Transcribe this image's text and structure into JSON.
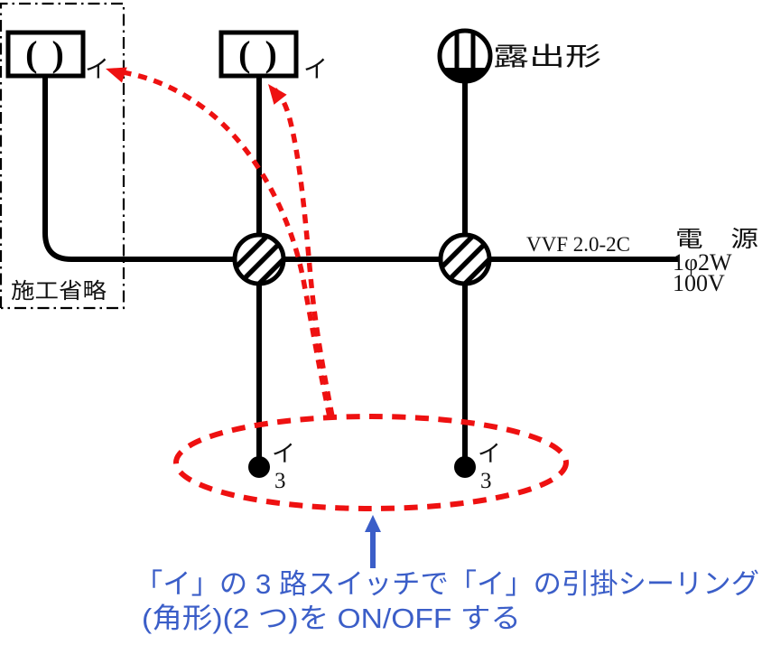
{
  "diagram": {
    "fixtures": {
      "rosette_symbol": "( )",
      "left_rosette_label": "イ",
      "middle_rosette_label": "イ",
      "exposed_light_label": "露出形"
    },
    "omitted_area": "施工省略",
    "cable": "VVF 2.0-2C",
    "power": {
      "title": "電　源",
      "phase": "1φ2W",
      "voltage": "100V"
    },
    "switches": {
      "left_label": "イ",
      "left_ways": "3",
      "right_label": "イ",
      "right_ways": "3"
    },
    "note": {
      "line1": "「イ」の 3 路スイッチで「イ」の引掛シーリング",
      "line2": "(角形)(2 つ)を ON/OFF する"
    },
    "colors": {
      "wire": "#000000",
      "highlight_red": "#ee1111",
      "note_blue": "#3b5ec8"
    }
  }
}
